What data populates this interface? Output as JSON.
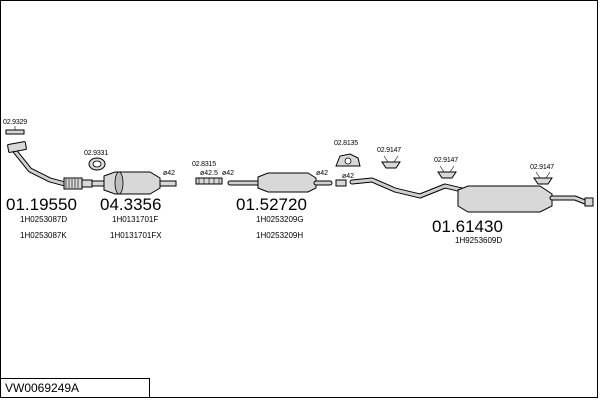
{
  "diagram_code": "VW0069249A",
  "small_refs": {
    "r1": "02.9329",
    "r2": "02.9331",
    "r3": "02.8315",
    "r4": "02.8135",
    "r5": "02.9147",
    "r6": "02.9147",
    "r7": "02.9147"
  },
  "diameters": {
    "d1": "ø42",
    "d2": "ø42.5",
    "d3": "ø42",
    "d4": "ø42",
    "d5": "ø42"
  },
  "parts": [
    {
      "number": "01.19550",
      "oe": [
        "1H0253087D",
        "1H0253087K"
      ]
    },
    {
      "number": "04.3356",
      "oe": [
        "1H0131701F",
        "1H0131701FX"
      ]
    },
    {
      "number": "01.52720",
      "oe": [
        "1H0253209G",
        "1H0253209H"
      ]
    },
    {
      "number": "01.61430",
      "oe": [
        "1H9253609D"
      ]
    }
  ]
}
